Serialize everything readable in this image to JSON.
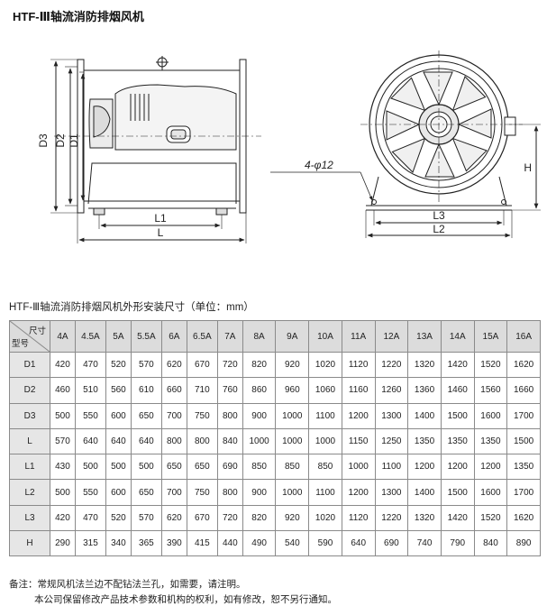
{
  "title": "HTF-Ⅲ轴流消防排烟风机",
  "drawing": {
    "side_labels": {
      "d3": "D3",
      "d2": "D2",
      "d1": "D1",
      "l1": "L1",
      "l": "L"
    },
    "front_labels": {
      "holes": "4-φ12",
      "h": "H",
      "l3": "L3",
      "l2": "L2"
    }
  },
  "table": {
    "caption": "HTF-Ⅲ轴流消防排烟风机外形安装尺寸（单位：mm）",
    "corner_top": "尺寸",
    "corner_bottom": "型号",
    "columns": [
      "4A",
      "4.5A",
      "5A",
      "5.5A",
      "6A",
      "6.5A",
      "7A",
      "8A",
      "9A",
      "10A",
      "11A",
      "12A",
      "13A",
      "14A",
      "15A",
      "16A"
    ],
    "rows": [
      {
        "label": "D1",
        "values": [
          "420",
          "470",
          "520",
          "570",
          "620",
          "670",
          "720",
          "820",
          "920",
          "1020",
          "1120",
          "1220",
          "1320",
          "1420",
          "1520",
          "1620"
        ]
      },
      {
        "label": "D2",
        "values": [
          "460",
          "510",
          "560",
          "610",
          "660",
          "710",
          "760",
          "860",
          "960",
          "1060",
          "1160",
          "1260",
          "1360",
          "1460",
          "1560",
          "1660"
        ]
      },
      {
        "label": "D3",
        "values": [
          "500",
          "550",
          "600",
          "650",
          "700",
          "750",
          "800",
          "900",
          "1000",
          "1100",
          "1200",
          "1300",
          "1400",
          "1500",
          "1600",
          "1700"
        ]
      },
      {
        "label": "L",
        "values": [
          "570",
          "640",
          "640",
          "640",
          "800",
          "800",
          "840",
          "1000",
          "1000",
          "1000",
          "1150",
          "1250",
          "1350",
          "1350",
          "1350",
          "1500"
        ]
      },
      {
        "label": "L1",
        "values": [
          "430",
          "500",
          "500",
          "500",
          "650",
          "650",
          "690",
          "850",
          "850",
          "850",
          "1000",
          "1100",
          "1200",
          "1200",
          "1200",
          "1350"
        ]
      },
      {
        "label": "L2",
        "values": [
          "500",
          "550",
          "600",
          "650",
          "700",
          "750",
          "800",
          "900",
          "1000",
          "1100",
          "1200",
          "1300",
          "1400",
          "1500",
          "1600",
          "1700"
        ]
      },
      {
        "label": "L3",
        "values": [
          "420",
          "470",
          "520",
          "570",
          "620",
          "670",
          "720",
          "820",
          "920",
          "1020",
          "1120",
          "1220",
          "1320",
          "1420",
          "1520",
          "1620"
        ]
      },
      {
        "label": "H",
        "values": [
          "290",
          "315",
          "340",
          "365",
          "390",
          "415",
          "440",
          "490",
          "540",
          "590",
          "640",
          "690",
          "740",
          "790",
          "840",
          "890"
        ]
      }
    ]
  },
  "notes": [
    "备注：常规风机法兰边不配钻法兰孔，如需要，请注明。",
    "本公司保留修改产品技术参数和机构的权利，如有修改，恕不另行通知。"
  ]
}
